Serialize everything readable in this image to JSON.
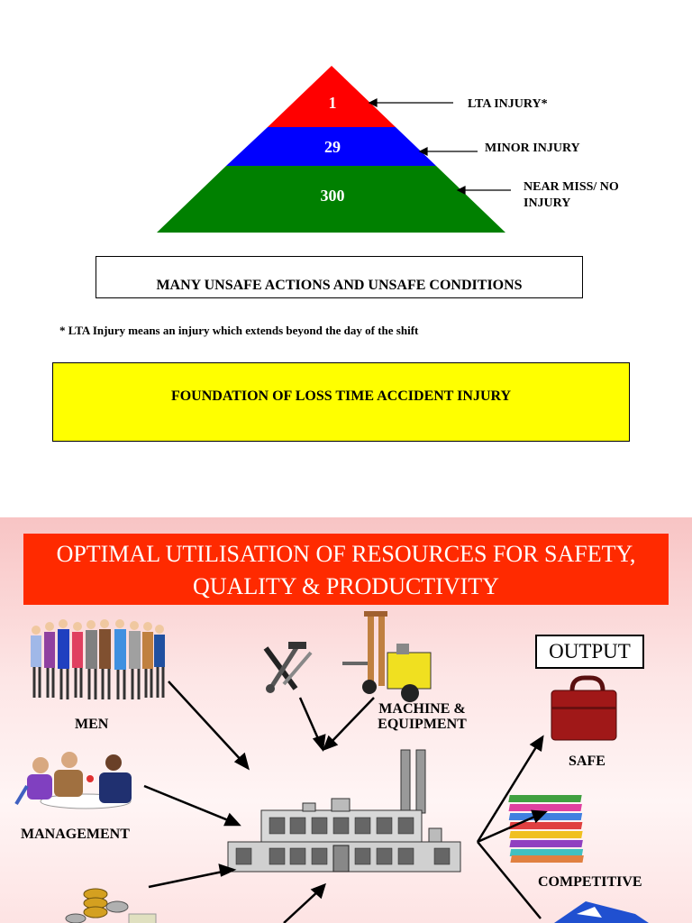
{
  "pyramid": {
    "levels": [
      {
        "value": "1",
        "label": "LTA INJURY*",
        "color": "#ff0000"
      },
      {
        "value": "29",
        "label": "MINOR INJURY",
        "color": "#0000ff"
      },
      {
        "value": "300",
        "label": "NEAR MISS/ NO INJURY",
        "color": "#008000"
      }
    ],
    "base_text": "MANY UNSAFE ACTIONS AND UNSAFE CONDITIONS",
    "footnote": "* LTA Injury means an injury which extends beyond the day of the shift",
    "foundation_text": "FOUNDATION OF LOSS TIME ACCIDENT INJURY",
    "foundation_color": "#ffff00"
  },
  "slide": {
    "title": "OPTIMAL UTILISATION OF RESOURCES FOR SAFETY, QUALITY & PRODUCTIVITY",
    "title_color": "#ff2a00",
    "inputs": {
      "men": "MEN",
      "machine": "MACHINE & EQUIPMENT",
      "management": "MANAGEMENT"
    },
    "output_title": "OUTPUT",
    "outputs": {
      "safe": "SAFE",
      "competitive": "COMPETITIVE"
    }
  }
}
